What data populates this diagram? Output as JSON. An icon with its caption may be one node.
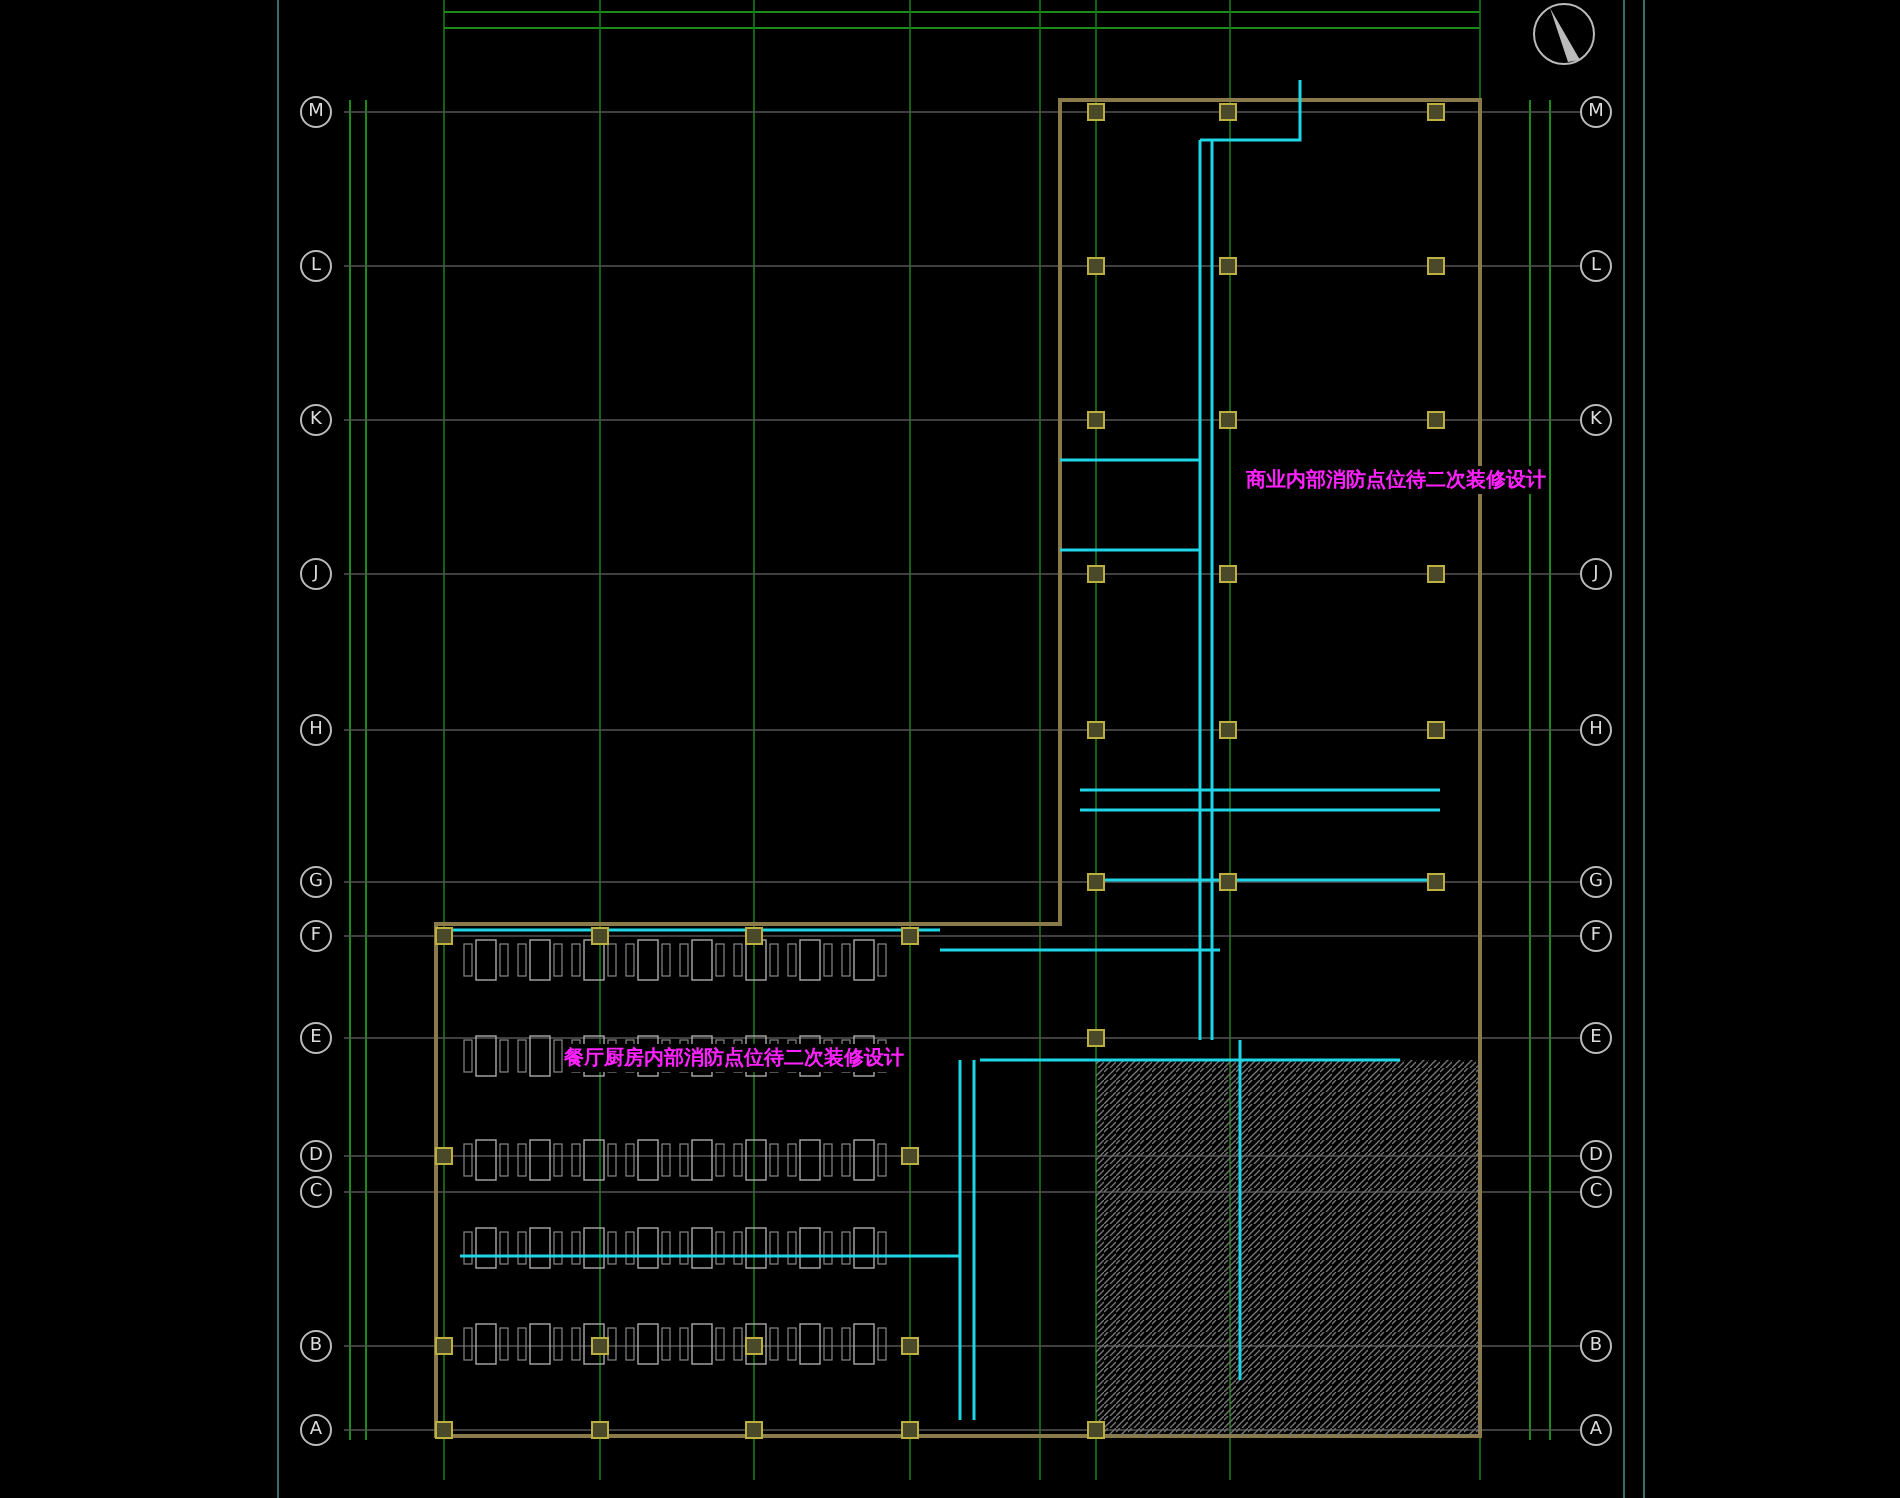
{
  "diagram": {
    "labels": [
      "M",
      "M",
      "L",
      "L",
      "K",
      "K",
      "商业内部消防点位待二次装修设计",
      "J",
      "J",
      "H",
      "H",
      "G",
      "G",
      "F",
      "F",
      "E",
      "E",
      "餐厅厨房内部消防点位待二次装修设计",
      "D",
      "D",
      "C",
      "C",
      "B",
      "B",
      "A",
      "A"
    ]
  }
}
